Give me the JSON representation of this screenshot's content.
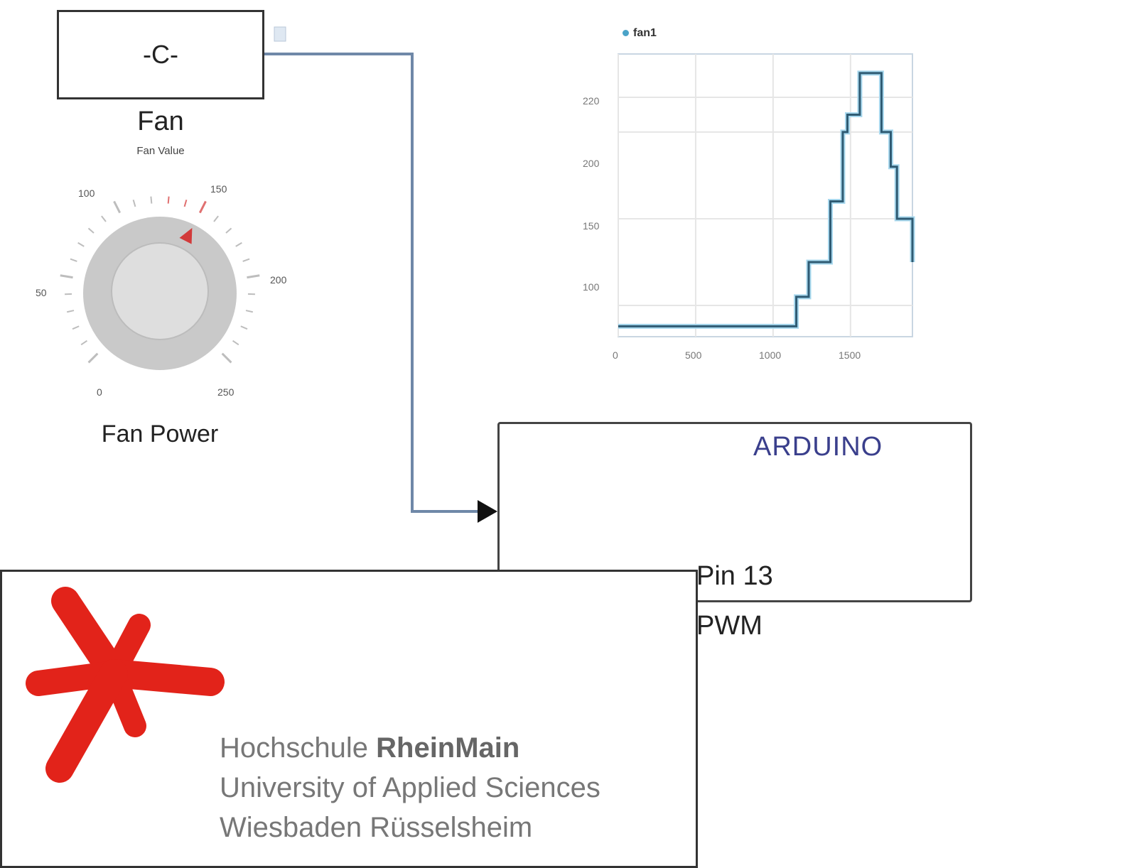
{
  "constant_block": {
    "label": "-C-",
    "title": "Fan",
    "subtitle": "Fan Value"
  },
  "knob": {
    "label": "Fan Power",
    "tick_labels": [
      "0",
      "50",
      "100",
      "150",
      "200",
      "250"
    ],
    "value": 150,
    "range": [
      0,
      250
    ]
  },
  "arduino_block": {
    "logo_text": "ARDUINO",
    "pin_label": "Pin 13",
    "type_label": "PWM"
  },
  "university": {
    "name_regular": "Hochschule ",
    "name_bold": "RheinMain",
    "line2": "University of Applied Sciences",
    "line3": "Wiesbaden Rüsselsheim"
  },
  "colors": {
    "accent_red": "#e2231a",
    "wire_blue": "#6f88a8",
    "arduino_blue": "#3a3f8c",
    "series": "#4aa3c8"
  },
  "chart_data": {
    "type": "line",
    "title": "",
    "xlabel": "",
    "ylabel": "",
    "legend": "fan1",
    "legend_position": "top-left",
    "grid": true,
    "x_ticks": [
      "0",
      "500",
      "1000",
      "1500"
    ],
    "y_ticks": [
      "100",
      "150",
      "200",
      "220"
    ],
    "xlim": [
      0,
      1900
    ],
    "ylim": [
      82,
      245
    ],
    "series": [
      {
        "name": "fan1",
        "step": true,
        "x": [
          0,
          1100,
          1150,
          1200,
          1230,
          1280,
          1370,
          1390,
          1450,
          1480,
          1530,
          1560,
          1650,
          1700,
          1760,
          1800,
          1880,
          1900
        ],
        "y": [
          88,
          88,
          105,
          105,
          125,
          125,
          160,
          160,
          200,
          210,
          210,
          234,
          234,
          200,
          180,
          150,
          150,
          125
        ]
      }
    ]
  }
}
